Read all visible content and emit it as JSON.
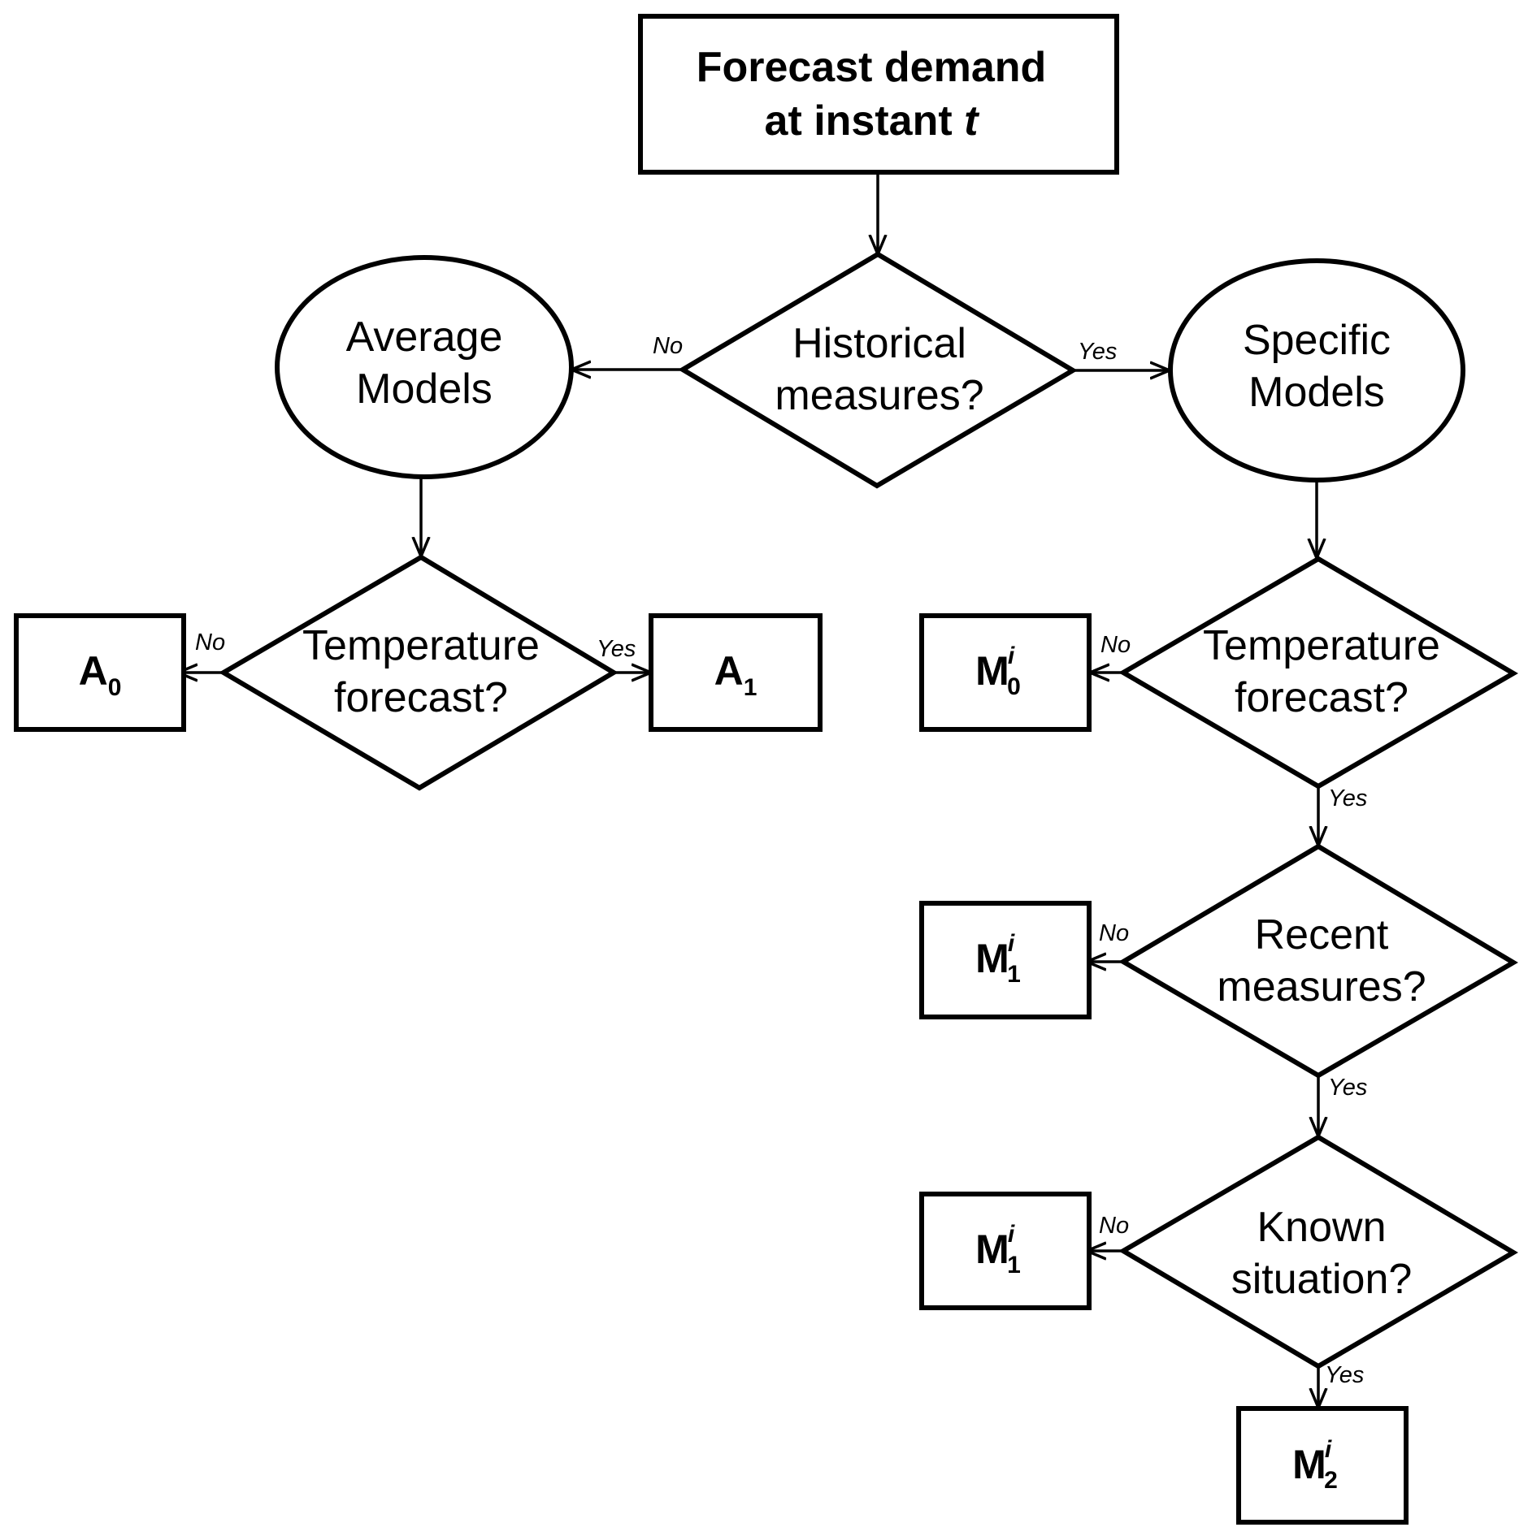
{
  "start": {
    "line1": "Forecast demand",
    "line2": "at instant",
    "var": "t"
  },
  "historical": {
    "line1": "Historical",
    "line2": "measures?"
  },
  "average": {
    "line1": "Average",
    "line2": "Models"
  },
  "specific": {
    "line1": "Specific",
    "line2": "Models"
  },
  "temp_left": {
    "line1": "Temperature",
    "line2": "forecast?"
  },
  "temp_right": {
    "line1": "Temperature",
    "line2": "forecast?"
  },
  "recent": {
    "line1": "Recent",
    "line2": "measures?"
  },
  "known": {
    "line1": "Known",
    "line2": "situation?"
  },
  "models": {
    "a0": {
      "base": "A",
      "sub": "0"
    },
    "a1": {
      "base": "A",
      "sub": "1"
    },
    "m0": {
      "base": "M",
      "sup": "i",
      "sub": "0"
    },
    "m1a": {
      "base": "M",
      "sup": "i",
      "sub": "1"
    },
    "m1b": {
      "base": "M",
      "sup": "i",
      "sub": "1"
    },
    "m2": {
      "base": "M",
      "sup": "i",
      "sub": "2"
    }
  },
  "edges": {
    "hist_no": "No",
    "hist_yes": "Yes",
    "tl_no": "No",
    "tl_yes": "Yes",
    "tr_no": "No",
    "tr_yes": "Yes",
    "rec_no": "No",
    "rec_yes": "Yes",
    "known_no": "No",
    "known_yes": "Yes"
  }
}
